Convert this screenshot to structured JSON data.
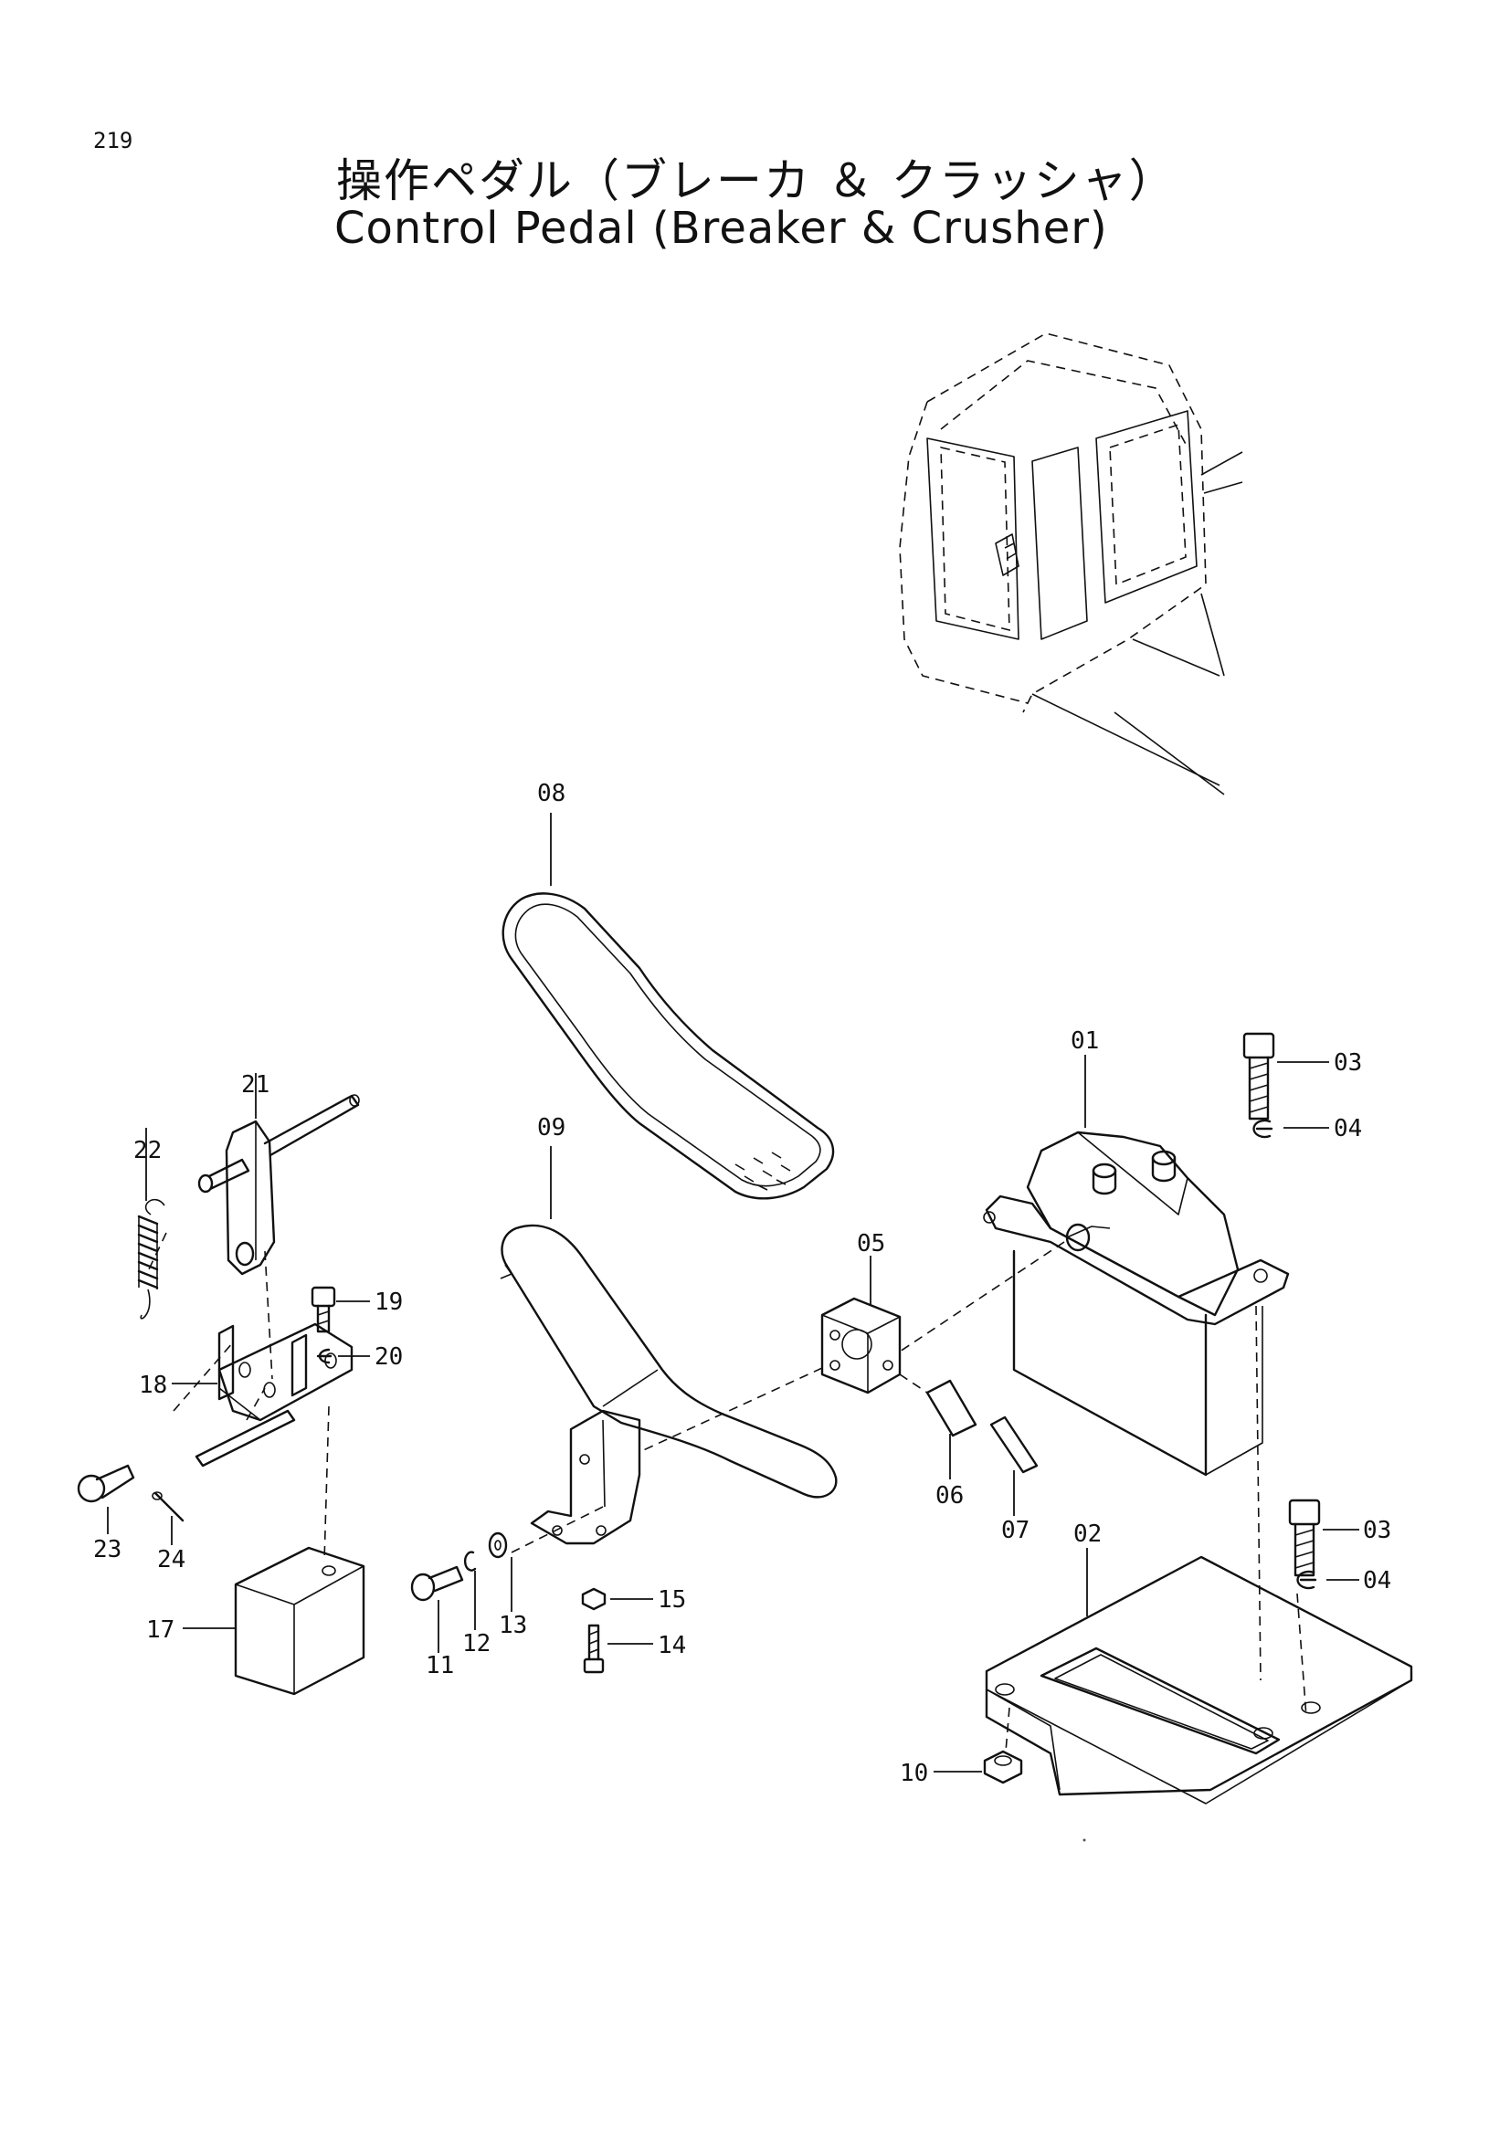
{
  "page": {
    "number": "219"
  },
  "title": {
    "japanese": "操作ペダル（ブレーカ ＆ クラッシャ）",
    "english": "Control Pedal (Breaker & Crusher)"
  },
  "callouts": {
    "c01": "01",
    "c02": "02",
    "c03a": "03",
    "c03b": "03",
    "c04a": "04",
    "c04b": "04",
    "c05": "05",
    "c06": "06",
    "c07": "07",
    "c08": "08",
    "c09": "09",
    "c10": "10",
    "c11": "11",
    "c12": "12",
    "c13": "13",
    "c14": "14",
    "c15": "15",
    "c17": "17",
    "c18": "18",
    "c19": "19",
    "c20": "20",
    "c21": "21",
    "c22": "22",
    "c23": "23",
    "c24": "24"
  }
}
